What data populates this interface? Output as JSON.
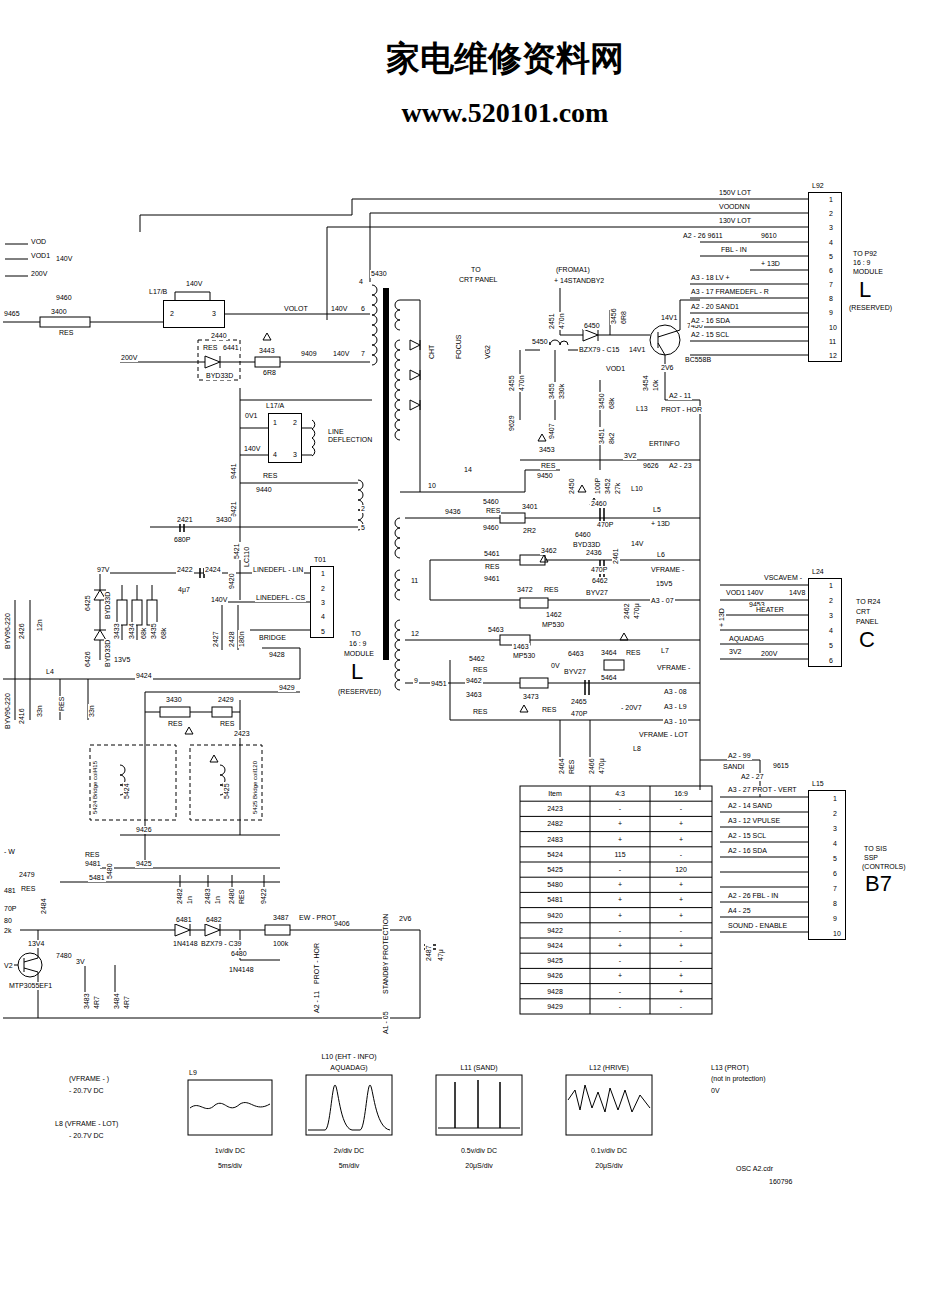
{
  "diagram": {
    "nodes": [
      {
        "text": [
          "L92",
          "1",
          "2",
          "3",
          "4",
          "5",
          "6",
          "7",
          "8",
          "9",
          "10",
          "11",
          "12"
        ]
      },
      {
        "text": [
          "L17/B",
          "2",
          "3"
        ]
      },
      {
        "text": [
          "L17/A",
          "1",
          "2",
          "4",
          "3"
        ]
      },
      {
        "text": [
          "T01",
          "1",
          "2",
          "3",
          "4",
          "5"
        ]
      },
      {
        "text": [
          "L24",
          "1",
          "2",
          "3",
          "4",
          "5",
          "6"
        ]
      },
      {
        "text": [
          "L15",
          "1",
          "2",
          "3",
          "4",
          "5",
          "6",
          "7",
          "8",
          "9",
          "10"
        ]
      }
    ],
    "labels": [
      "家电维修资料网",
      "www.520101.com",
      "VOD",
      "VOD1",
      "140V",
      "200V",
      "9465",
      "9460",
      "3400",
      "RES",
      "140V",
      "VOLOT",
      "140V",
      "6",
      "2440",
      "RES",
      "6441",
      "BYD33D",
      "3443",
      "6R8",
      "200V",
      "9409",
      "140V",
      "7",
      "5430",
      "4",
      "0V1",
      "LINE DEFLECTION",
      "140V",
      "RES",
      "9440",
      "9441",
      "9421",
      "2421",
      "680P",
      "3430",
      "5421",
      "LC110",
      "2",
      "5",
      "97V",
      "6425",
      "BYD33D",
      "2422",
      "4μ7",
      "2424",
      "9420",
      "3433",
      "3434",
      "68k",
      "3435",
      "68k",
      "140V",
      "LINEDEFL - LIN",
      "LINEDEFL - CS",
      "2427",
      "2428",
      "180n",
      "BRIDGE",
      "6426",
      "BYD33D",
      "13V5",
      "TO",
      "16 : 9",
      "MODULE",
      "L",
      "(RESERVED)",
      "9428",
      "BYV96-220",
      "2426",
      "12n",
      "L4",
      "9424",
      "9429",
      "BYV96-220",
      "2416",
      "33n",
      "RES",
      "33n",
      "3430",
      "RES",
      "2429",
      "RES",
      "2423",
      "5424 Bridge coil415",
      "5424",
      "5425",
      "5425 Bridge coil120",
      "9426",
      "- W",
      "RES",
      "9481",
      "5480",
      "9425",
      "5481",
      "2479",
      "RES",
      "481",
      "70P",
      "2484",
      "2482",
      "1n",
      "2483",
      "1n",
      "2480",
      "RES",
      "9422",
      "6481",
      "6482",
      "1N4148",
      "BZX79 - C39",
      "3487",
      "100k",
      "EW - PROT",
      "9406",
      "2V6",
      "2487",
      "47μ",
      "6480",
      "1N4148",
      "PROT - HOR",
      "A2 - 11",
      "STANDBY PROTECTION",
      "A1 - 05",
      "13V4",
      "7480",
      "3V",
      "MTP3055EF1",
      "80",
      "2k",
      "V2",
      "3483",
      "4R7",
      "3484",
      "4R7",
      "TO",
      "CRT PANEL",
      "(FROMA1)",
      "+ 14STANDBY2",
      "CHT",
      "FOCUS",
      "VG2",
      "2451",
      "470n",
      "6450",
      "3456",
      "6R8",
      "14V1",
      "BZX79 - C15",
      "14V1",
      "7450",
      "BC558B",
      "5450",
      "2455",
      "470n",
      "3455",
      "330k",
      "VOD1",
      "3450",
      "68k",
      "3454",
      "10k",
      "2V6",
      "A2 - 11",
      "L13",
      "PROT - HOR",
      "9629",
      "9407",
      "3451",
      "8k2",
      "3453",
      "RES",
      "9450",
      "ERTINFO",
      "3V2",
      "9626",
      "A2 - 23",
      "2450",
      "100P",
      "3452",
      "27k",
      "L10",
      "10",
      "14",
      "9436",
      "5460",
      "RES",
      "9460",
      "3401",
      "2R2",
      "2460",
      "470P",
      "6460",
      "BYD33D",
      "L5",
      "+ 13D",
      "14V",
      "2461",
      "5461",
      "RES",
      "9461",
      "3462",
      "2436",
      "L6",
      "VFRAME -",
      "470P",
      "6462",
      "BYV27",
      "15V5",
      "2462",
      "470μ",
      "A3 - 07",
      "3472",
      "RES",
      "1462",
      "MP530",
      "11",
      "12",
      "5463",
      "1463",
      "MP530",
      "0V",
      "6463",
      "BYV27",
      "3464",
      "RES",
      "L7",
      "VFRAME -",
      "5464",
      "A3 - 08",
      "A3 - L9",
      "A3 - 10",
      "5462",
      "RES",
      "9462",
      "3463",
      "RES",
      "3473",
      "RES",
      "2465",
      "470P",
      "- 20V7",
      "9",
      "9451",
      "2464",
      "RES",
      "2466",
      "470μ",
      "L8",
      "VFRAME - LOT",
      "150V LOT",
      "VOODNN",
      "130V LOT",
      "A2 - 26 9611",
      "9610",
      "FBL - IN",
      "+ 13D",
      "A3 - 18 LV +",
      "A3 - 17 FRAMEDEFL - R",
      "A2 - 20 SAND1",
      "A2 - 16 SDA",
      "A2 - 15 SCL",
      "TO P92",
      "16 : 9",
      "MODULE",
      "L",
      "(RESERVED)",
      "VSCAVEM -",
      "VOD1",
      "140V",
      "14V8",
      "9453",
      "+ 13D",
      "HEATER",
      "AQUADAG",
      "3V2",
      "200V",
      "TO R24",
      "CRT",
      "PANEL",
      "C",
      "A2 - 99",
      "SANDI",
      "A2 - 27",
      "9615",
      "A3 - 27 PROT - VERT",
      "A2 - 14 SAND",
      "A3 - 12 VPULSE",
      "A2 - 15 SCL",
      "A2 - 16 SDA",
      "A2 - 26 FBL - IN",
      "A4 - 25",
      "SOUND - ENABLE",
      "TO SIS",
      "SSP",
      "(CONTROLS)",
      "B7",
      "(VFRAME - )",
      "- 20.7V DC",
      "L8 (VFRAME - LOT)",
      "- 20.7V DC",
      "L9",
      "1v/div DC",
      "5ms/div",
      "L10 (EHT - INFO)",
      "AQUADAG)",
      "2v/div DC",
      "5m/div",
      "L11 (SAND)",
      "0.5v/div DC",
      "20μS/div",
      "L12 (HRIVE)",
      "0.1v/div DC",
      "20μS/div",
      "L13 (PROT)",
      "(not in protection)",
      "0V",
      "OSC  A2.cdr",
      "160796",
      "Item",
      "4:3",
      "16:9",
      "2423",
      "-",
      "-",
      "2482",
      "+",
      "+",
      "2483",
      "+",
      "+",
      "5424",
      "115",
      "-",
      "5425",
      "-",
      "120",
      "5480",
      "+",
      "+",
      "5481",
      "+",
      "+",
      "9420",
      "+",
      "+",
      "9422",
      "-",
      "-",
      "9424",
      "+",
      "+",
      "9425",
      "-",
      "-",
      "9426",
      "+",
      "+",
      "9428",
      "-",
      "+",
      "9429",
      "-",
      "-"
    ]
  }
}
